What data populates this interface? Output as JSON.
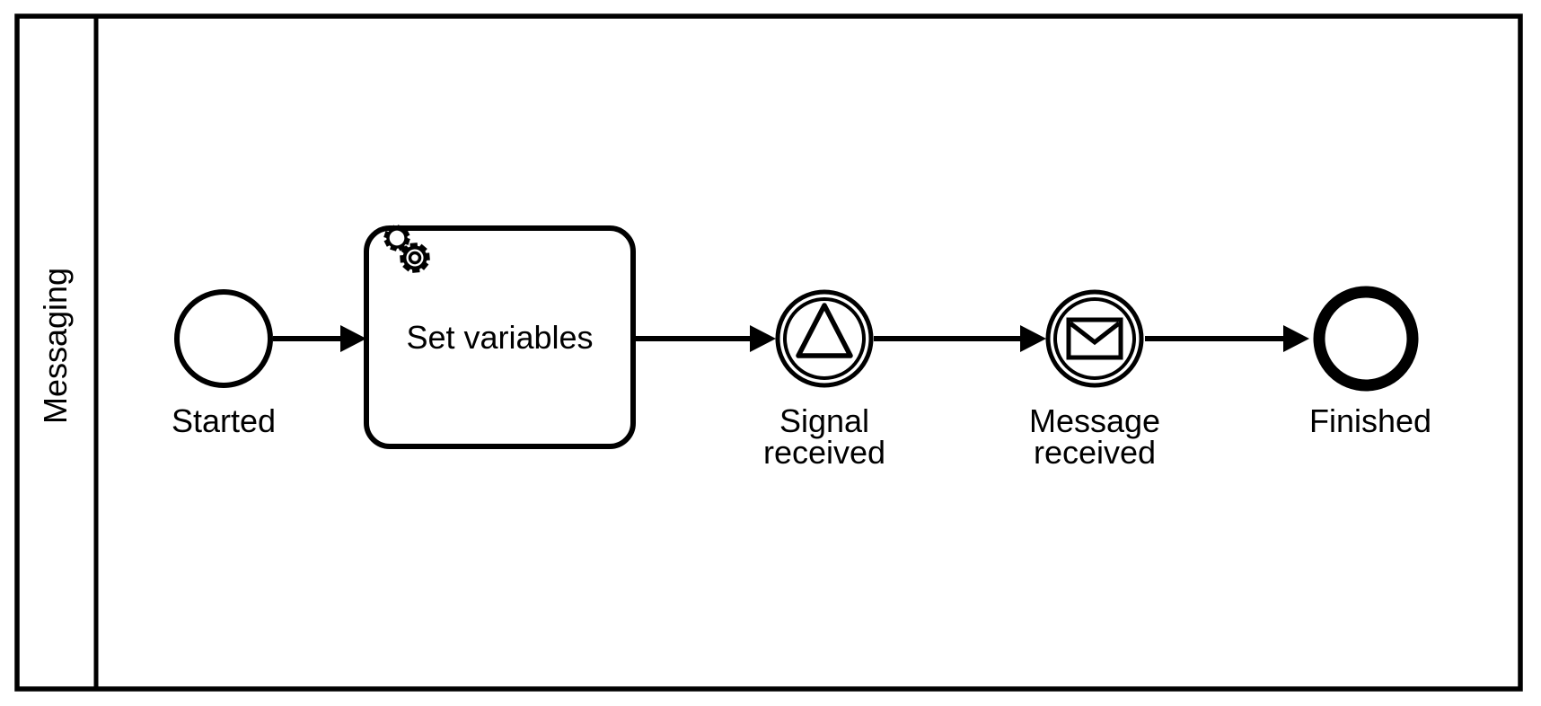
{
  "page": {
    "background": "#ffffff"
  },
  "colors": {
    "stroke": "#000000",
    "shape_fill": "#ffffff",
    "text": "#000000"
  },
  "pool": {
    "lane_label": "Messaging"
  },
  "elements": {
    "start_event": {
      "type": "start event",
      "label": "Started"
    },
    "service_task": {
      "type": "service task",
      "label": "Set variables",
      "icon": "gears-service-icon"
    },
    "signal_event": {
      "type": "intermediate signal catch event",
      "label": "Signal received",
      "icon": "triangle-signal-icon"
    },
    "message_event": {
      "type": "intermediate message catch event",
      "label": "Message received",
      "icon": "envelope-message-icon"
    },
    "end_event": {
      "type": "end event",
      "label": "Finished"
    }
  },
  "flows": [
    {
      "from": "Started",
      "to": "Set variables"
    },
    {
      "from": "Set variables",
      "to": "Signal received"
    },
    {
      "from": "Signal received",
      "to": "Message received"
    },
    {
      "from": "Message received",
      "to": "Finished"
    }
  ]
}
